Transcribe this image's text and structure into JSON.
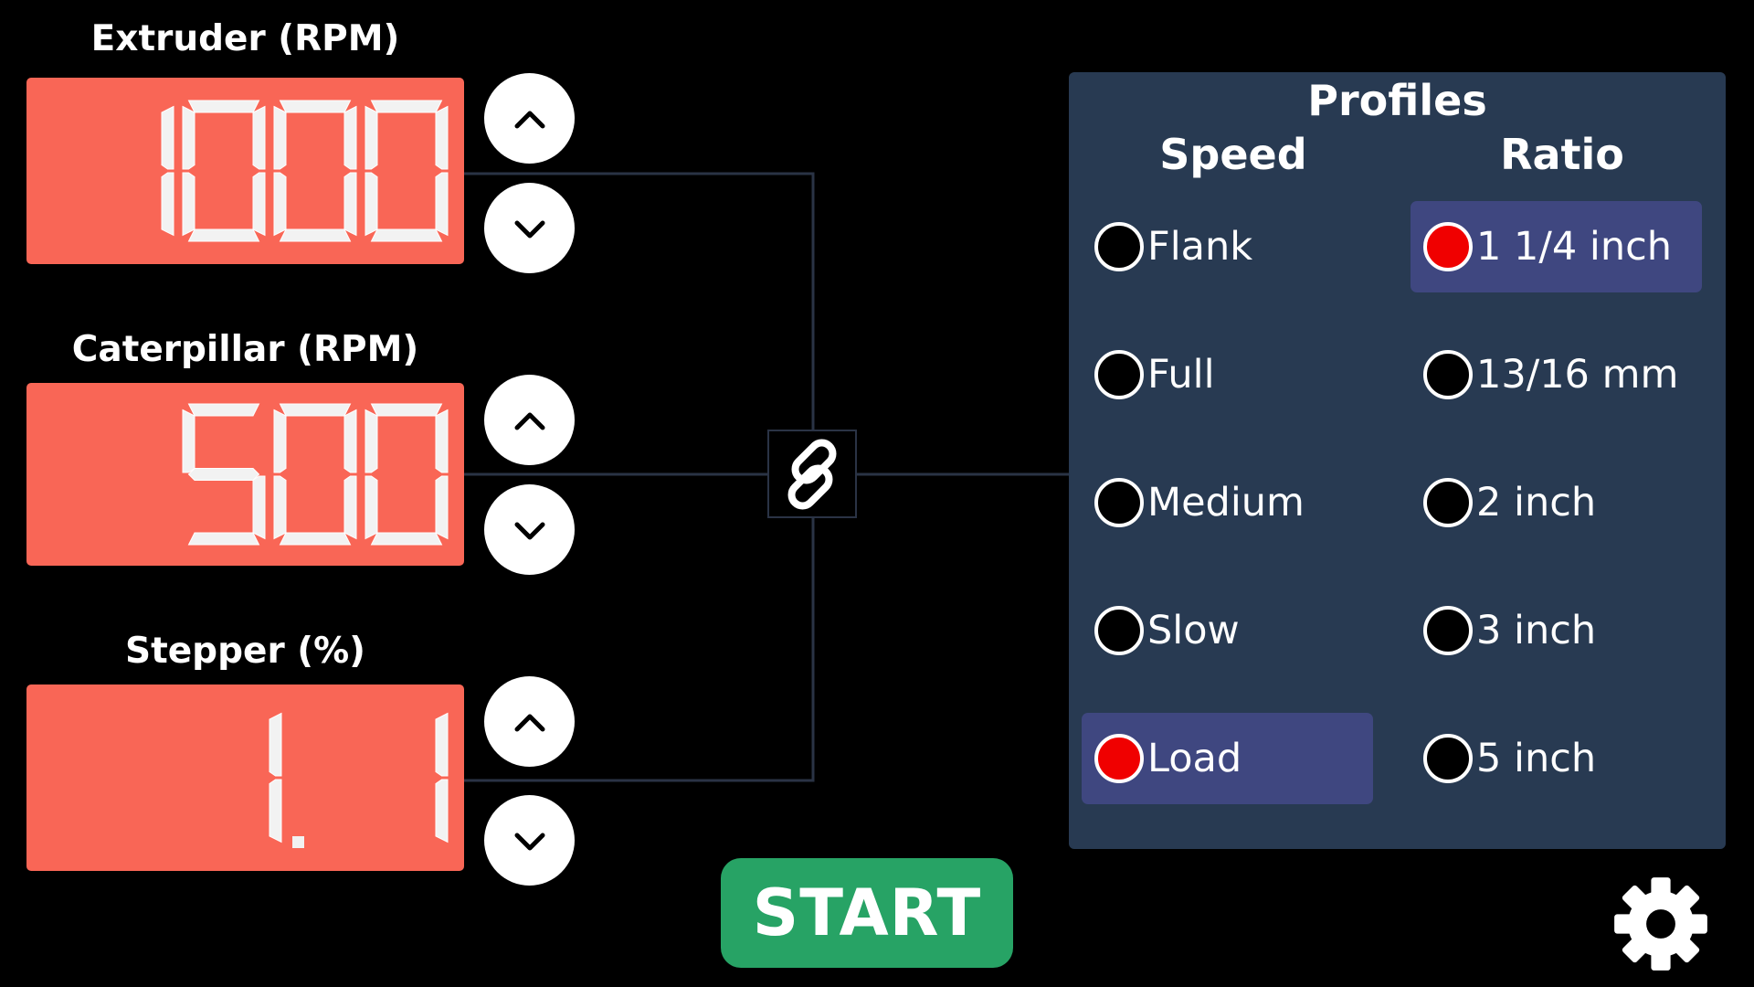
{
  "controls": [
    {
      "label": "Extruder (RPM)",
      "value": "1000"
    },
    {
      "label": "Caterpillar (RPM)",
      "value": "500"
    },
    {
      "label": "Stepper (%)",
      "value": "1.1"
    }
  ],
  "profiles": {
    "title": "Profiles",
    "speed_heading": "Speed",
    "ratio_heading": "Ratio",
    "speed_options": [
      {
        "label": "Flank",
        "selected": false
      },
      {
        "label": "Full",
        "selected": false
      },
      {
        "label": "Medium",
        "selected": false
      },
      {
        "label": "Slow",
        "selected": false
      },
      {
        "label": "Load",
        "selected": true
      }
    ],
    "ratio_options": [
      {
        "label": "1 1/4 inch",
        "selected": true
      },
      {
        "label": "13/16 mm",
        "selected": false
      },
      {
        "label": "2 inch",
        "selected": false
      },
      {
        "label": "3 inch",
        "selected": false
      },
      {
        "label": "5 inch",
        "selected": false
      }
    ]
  },
  "start_label": "START",
  "icons": {
    "increment": "chevron-up-icon",
    "decrement": "chevron-down-icon",
    "link": "link-icon",
    "settings": "gear-icon"
  },
  "colors": {
    "background": "#000000",
    "display": "#f96656",
    "display_segment": "#f2f2f2",
    "panel": "#283a52",
    "selected_row": "#3f4780",
    "radio_on": "#f00000",
    "start": "#27a365",
    "connector": "#2a3345"
  }
}
